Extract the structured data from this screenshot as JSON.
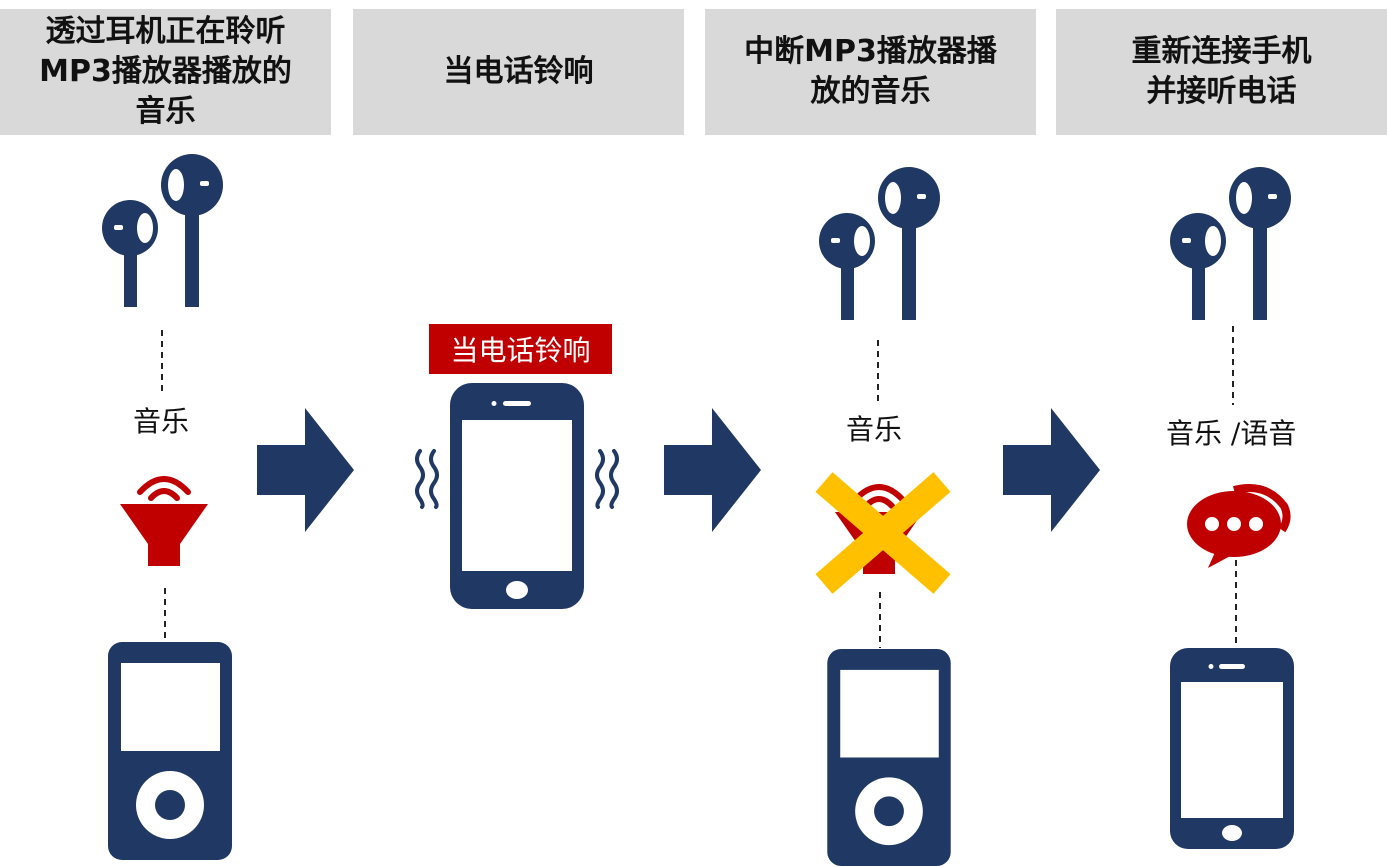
{
  "steps": [
    {
      "header": "透过耳机正在聆听\nMP3播放器播放的\n音乐",
      "link_label": "音乐"
    },
    {
      "header": "当电话铃响",
      "badge": "当电话铃响"
    },
    {
      "header": "中断MP3播放器播\n放的音乐",
      "link_label": "音乐"
    },
    {
      "header": "重新连接手机\n并接听电话",
      "link_label": "音乐 /语音"
    }
  ],
  "colors": {
    "navy": "#1f3864",
    "red": "#c00000",
    "yellow": "#ffc000",
    "header_bg": "#d9d9d9"
  },
  "icons": [
    "earphones-icon",
    "speaker-icon",
    "mp3-player-icon",
    "smartphone-icon",
    "vibration-icon",
    "arrow-right-icon",
    "x-mark-icon",
    "chat-bubble-icon"
  ]
}
